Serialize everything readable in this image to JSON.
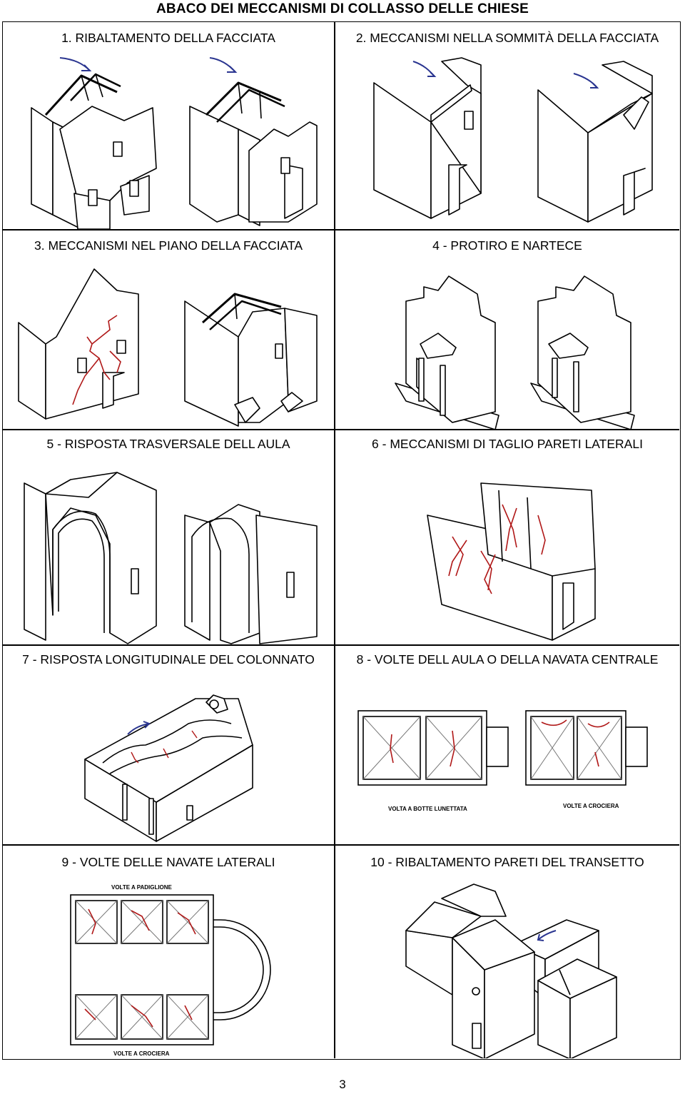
{
  "document": {
    "title": "ABACO DEI MECCANISMI DI COLLASSO DELLE CHIESE",
    "page_number": "3"
  },
  "panels": [
    {
      "id": 1,
      "title": "1. RIBALTAMENTO DELLA FACCIATA"
    },
    {
      "id": 2,
      "title": "2. MECCANISMI NELLA SOMMITÀ DELLA FACCIATA"
    },
    {
      "id": 3,
      "title": "3.  MECCANISMI NEL PIANO DELLA FACCIATA"
    },
    {
      "id": 4,
      "title": "4 - PROTIRO E NARTECE"
    },
    {
      "id": 5,
      "title": "5 - RISPOSTA TRASVERSALE DELL AULA"
    },
    {
      "id": 6,
      "title": "6 - MECCANISMI DI TAGLIO PARETI LATERALI"
    },
    {
      "id": 7,
      "title": "7 - RISPOSTA LONGITUDINALE DEL COLONNATO"
    },
    {
      "id": 8,
      "title": "8 - VOLTE DELL AULA O DELLA NAVATA CENTRALE",
      "captions": [
        "VOLTA A BOTTE LUNETTATA",
        "VOLTE A CROCIERA"
      ]
    },
    {
      "id": 9,
      "title": "9 - VOLTE DELLE NAVATE LATERALI",
      "captions": [
        "VOLTE A PADIGLIONE",
        "VOLTE A CROCIERA"
      ]
    },
    {
      "id": 10,
      "title": "10 - RIBALTAMENTO PARETI DEL TRANSETTO"
    }
  ],
  "colors": {
    "line": "#000000",
    "crack": "#b01818",
    "arrow": "#2a3590"
  }
}
